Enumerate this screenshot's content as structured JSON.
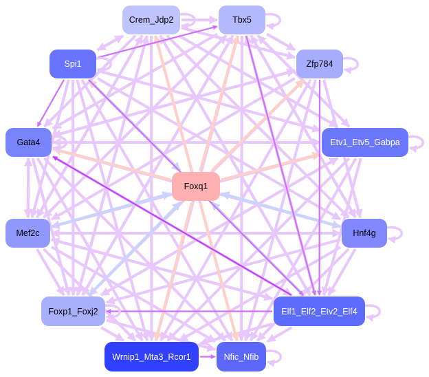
{
  "nodes": [
    {
      "id": "crem",
      "label": "Crem_Jdp2",
      "color": "#c0c4fc",
      "text": "#000"
    },
    {
      "id": "tbx5",
      "label": "Tbx5",
      "color": "#b4b8fc",
      "text": "#000"
    },
    {
      "id": "spi1",
      "label": "Spi1",
      "color": "#6874fc",
      "text": "#fff"
    },
    {
      "id": "zfp784",
      "label": "Zfp784",
      "color": "#a8acfc",
      "text": "#000"
    },
    {
      "id": "gata4",
      "label": "Gata4",
      "color": "#7884fc",
      "text": "#000"
    },
    {
      "id": "etv1",
      "label": "Etv1_Etv5_Gabpa",
      "color": "#6c78fc",
      "text": "#fff"
    },
    {
      "id": "foxq1",
      "label": "Foxq1",
      "color": "#ffb0b0",
      "text": "#000"
    },
    {
      "id": "mef2c",
      "label": "Mef2c",
      "color": "#9098fc",
      "text": "#000"
    },
    {
      "id": "hnf4g",
      "label": "Hnf4g",
      "color": "#8088fc",
      "text": "#000"
    },
    {
      "id": "foxp1",
      "label": "Foxp1_Foxj2",
      "color": "#a8b0fc",
      "text": "#000"
    },
    {
      "id": "elf1",
      "label": "Elf1_Elf2_Etv2_Elf4",
      "color": "#5c6cfc",
      "text": "#fff"
    },
    {
      "id": "wrnip1",
      "label": "Wrnip1_Mta3_Rcor1",
      "color": "#3040fc",
      "text": "#fff"
    },
    {
      "id": "nfic",
      "label": "Nfic_Nfib",
      "color": "#5c68fc",
      "text": "#fff"
    }
  ],
  "edge_colors": {
    "default": "#e8c8fc",
    "strong": "#c040ff",
    "medium": "#d070f8",
    "peach": "#ffd0c8",
    "blue": "#c8d4fc"
  },
  "edges": [
    [
      "spi1",
      "gata4",
      "medium"
    ],
    [
      "elf1",
      "gata4",
      "strong"
    ],
    [
      "elf1",
      "foxp1",
      "medium"
    ],
    [
      "wrnip1",
      "nfic",
      "medium"
    ],
    [
      "foxq1",
      "crem",
      "peach"
    ],
    [
      "foxq1",
      "tbx5",
      "peach"
    ],
    [
      "foxq1",
      "zfp784",
      "peach"
    ],
    [
      "foxq1",
      "etv1",
      "peach"
    ],
    [
      "foxq1",
      "gata4",
      "peach"
    ],
    [
      "foxq1",
      "wrnip1",
      "peach"
    ],
    [
      "foxq1",
      "nfic",
      "peach"
    ],
    [
      "foxq1",
      "spi1",
      "peach"
    ],
    [
      "spi1",
      "foxq1",
      "blue"
    ],
    [
      "hnf4g",
      "foxq1",
      "blue"
    ],
    [
      "foxp1",
      "foxq1",
      "blue"
    ],
    [
      "mef2c",
      "foxq1",
      "blue"
    ],
    [
      "elf1",
      "foxq1",
      "blue"
    ],
    [
      "spi1",
      "tbx5",
      "medium"
    ],
    [
      "spi1",
      "crem",
      "default"
    ],
    [
      "crem",
      "tbx5",
      "default"
    ],
    [
      "crem",
      "spi1",
      "default"
    ],
    [
      "crem",
      "gata4",
      "default"
    ],
    [
      "crem",
      "mef2c",
      "default"
    ],
    [
      "crem",
      "foxp1",
      "default"
    ],
    [
      "crem",
      "wrnip1",
      "default"
    ],
    [
      "crem",
      "nfic",
      "default"
    ],
    [
      "crem",
      "elf1",
      "default"
    ],
    [
      "crem",
      "hnf4g",
      "default"
    ],
    [
      "crem",
      "etv1",
      "default"
    ],
    [
      "crem",
      "zfp784",
      "default"
    ],
    [
      "tbx5",
      "gata4",
      "default"
    ],
    [
      "tbx5",
      "mef2c",
      "default"
    ],
    [
      "tbx5",
      "foxp1",
      "default"
    ],
    [
      "tbx5",
      "wrnip1",
      "default"
    ],
    [
      "tbx5",
      "nfic",
      "default"
    ],
    [
      "tbx5",
      "elf1",
      "medium"
    ],
    [
      "tbx5",
      "hnf4g",
      "default"
    ],
    [
      "tbx5",
      "etv1",
      "default"
    ],
    [
      "tbx5",
      "zfp784",
      "default"
    ],
    [
      "spi1",
      "mef2c",
      "default"
    ],
    [
      "spi1",
      "foxp1",
      "default"
    ],
    [
      "spi1",
      "wrnip1",
      "default"
    ],
    [
      "spi1",
      "nfic",
      "default"
    ],
    [
      "spi1",
      "elf1",
      "medium"
    ],
    [
      "spi1",
      "hnf4g",
      "default"
    ],
    [
      "spi1",
      "etv1",
      "default"
    ],
    [
      "zfp784",
      "gata4",
      "default"
    ],
    [
      "zfp784",
      "mef2c",
      "default"
    ],
    [
      "zfp784",
      "foxp1",
      "default"
    ],
    [
      "zfp784",
      "wrnip1",
      "default"
    ],
    [
      "zfp784",
      "nfic",
      "default"
    ],
    [
      "zfp784",
      "elf1",
      "medium"
    ],
    [
      "zfp784",
      "hnf4g",
      "default"
    ],
    [
      "gata4",
      "mef2c",
      "default"
    ],
    [
      "mef2c",
      "gata4",
      "default"
    ],
    [
      "gata4",
      "etv1",
      "default"
    ],
    [
      "gata4",
      "hnf4g",
      "default"
    ],
    [
      "gata4",
      "elf1",
      "default"
    ],
    [
      "gata4",
      "nfic",
      "default"
    ],
    [
      "gata4",
      "wrnip1",
      "default"
    ],
    [
      "gata4",
      "foxp1",
      "default"
    ],
    [
      "gata4",
      "zfp784",
      "default"
    ],
    [
      "etv1",
      "mef2c",
      "default"
    ],
    [
      "etv1",
      "foxp1",
      "default"
    ],
    [
      "etv1",
      "wrnip1",
      "default"
    ],
    [
      "etv1",
      "nfic",
      "default"
    ],
    [
      "etv1",
      "elf1",
      "default"
    ],
    [
      "etv1",
      "gata4",
      "default"
    ],
    [
      "etv1",
      "tbx5",
      "default"
    ],
    [
      "mef2c",
      "hnf4g",
      "default"
    ],
    [
      "mef2c",
      "elf1",
      "default"
    ],
    [
      "mef2c",
      "nfic",
      "default"
    ],
    [
      "mef2c",
      "wrnip1",
      "default"
    ],
    [
      "mef2c",
      "foxp1",
      "default"
    ],
    [
      "mef2c",
      "tbx5",
      "default"
    ],
    [
      "mef2c",
      "crem",
      "default"
    ],
    [
      "hnf4g",
      "foxp1",
      "default"
    ],
    [
      "hnf4g",
      "wrnip1",
      "default"
    ],
    [
      "hnf4g",
      "nfic",
      "default"
    ],
    [
      "hnf4g",
      "elf1",
      "default"
    ],
    [
      "hnf4g",
      "mef2c",
      "default"
    ],
    [
      "hnf4g",
      "tbx5",
      "default"
    ],
    [
      "foxp1",
      "wrnip1",
      "default"
    ],
    [
      "foxp1",
      "nfic",
      "default"
    ],
    [
      "foxp1",
      "crem",
      "default"
    ],
    [
      "foxp1",
      "tbx5",
      "default"
    ],
    [
      "foxp1",
      "etv1",
      "default"
    ],
    [
      "elf1",
      "wrnip1",
      "default"
    ],
    [
      "elf1",
      "nfic",
      "default"
    ],
    [
      "elf1",
      "tbx5",
      "default"
    ],
    [
      "elf1",
      "crem",
      "default"
    ],
    [
      "elf1",
      "mef2c",
      "default"
    ]
  ],
  "self_loops": [
    "crem",
    "tbx5",
    "spi1",
    "zfp784",
    "gata4",
    "etv1",
    "hnf4g",
    "foxp1",
    "elf1",
    "nfic"
  ]
}
